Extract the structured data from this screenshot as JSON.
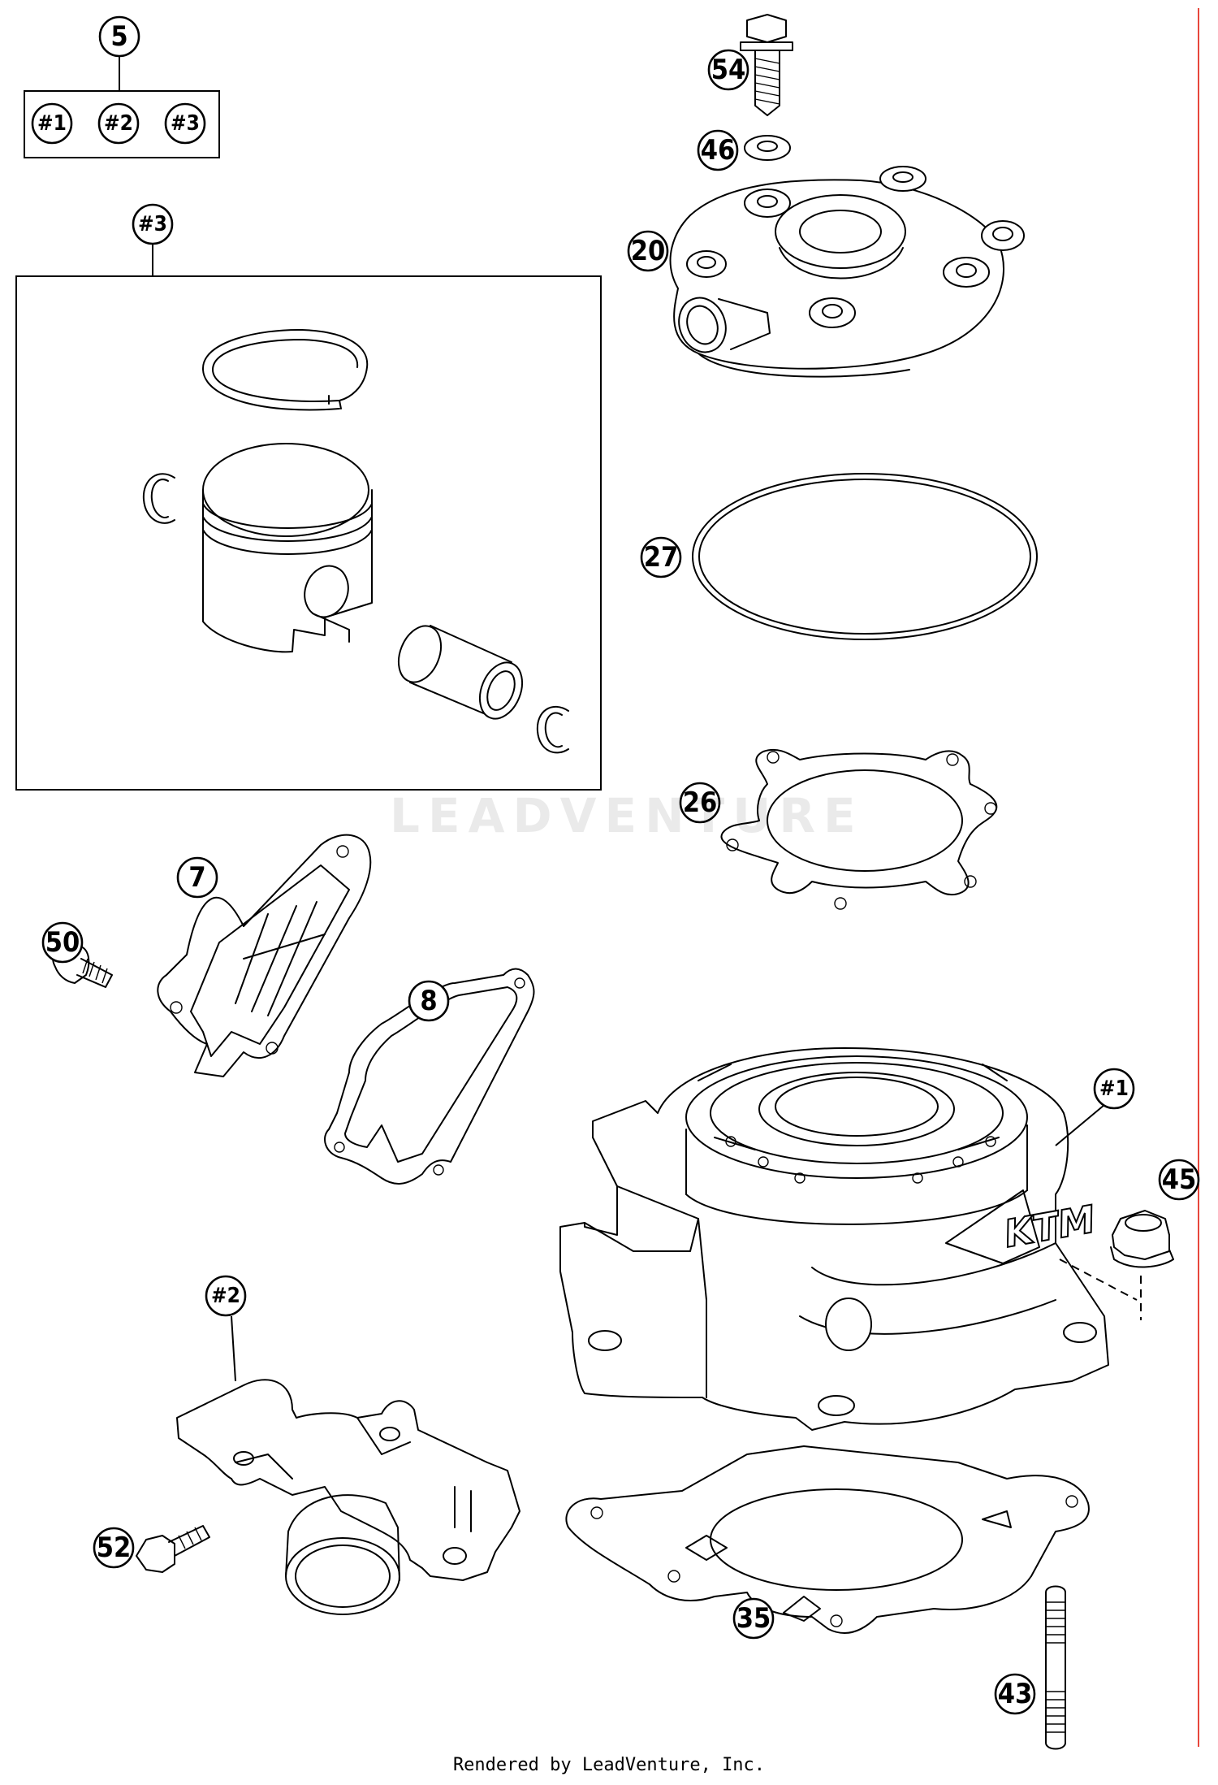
{
  "callouts": {
    "c5": "5",
    "c1a": "#1",
    "c2a": "#2",
    "c3a": "#3",
    "c3b": "#3",
    "c54": "54",
    "c46": "46",
    "c20": "20",
    "c27": "27",
    "c26": "26",
    "c7": "7",
    "c50": "50",
    "c8": "8",
    "c1b": "#1",
    "c45": "45",
    "c2b": "#2",
    "c52": "52",
    "c35": "35",
    "c43": "43"
  },
  "watermark": "LEADVENTURE",
  "footer": "Rendered by LeadVenture, Inc.",
  "colors": {
    "border_right": "#e8473c",
    "line": "#000000"
  }
}
